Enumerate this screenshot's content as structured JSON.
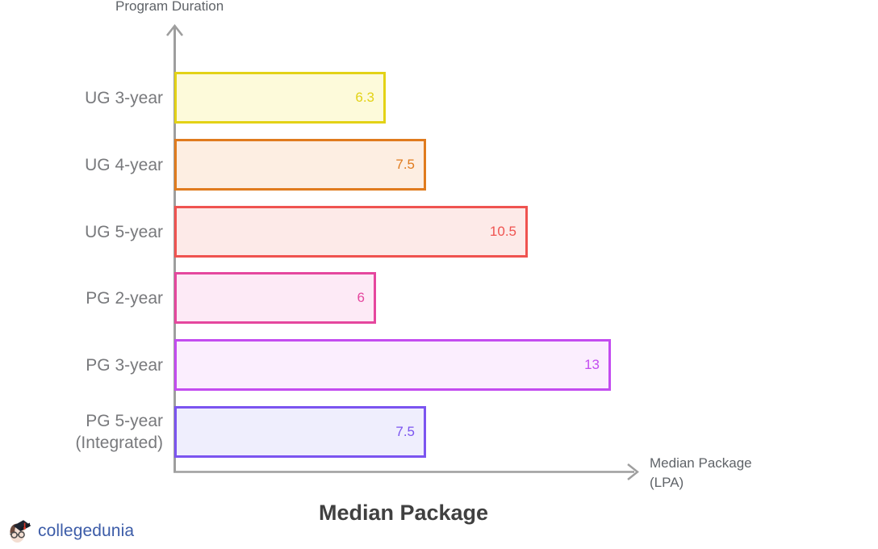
{
  "chart_data": {
    "type": "bar",
    "orientation": "horizontal",
    "title": "Median Package",
    "xlabel": "Median Package (LPA)",
    "xlabel_lines": [
      "Median Package",
      "(LPA)"
    ],
    "ylabel": "Program Duration",
    "grid": false,
    "legend": false,
    "xlim": [
      0,
      13.5
    ],
    "categories": [
      "UG 3-year",
      "UG 4-year",
      "UG 5-year",
      "PG 2-year",
      "PG 3-year",
      "PG 5-year (Integrated)"
    ],
    "values": [
      6.3,
      7.5,
      10.5,
      6,
      13,
      7.5
    ],
    "value_labels": [
      "6.3",
      "7.5",
      "10.5",
      "6",
      "13",
      "7.5"
    ],
    "bars": [
      {
        "category": "UG 3-year",
        "category_lines": [
          "UG 3-year"
        ],
        "value": 6.3,
        "label": "6.3",
        "border_color": "#e3d216",
        "fill_color": "#fdfada"
      },
      {
        "category": "UG 4-year",
        "category_lines": [
          "UG 4-year"
        ],
        "value": 7.5,
        "label": "7.5",
        "border_color": "#e07b1e",
        "fill_color": "#fdeee2"
      },
      {
        "category": "UG 5-year",
        "category_lines": [
          "UG 5-year"
        ],
        "value": 10.5,
        "label": "10.5",
        "border_color": "#ef5350",
        "fill_color": "#fdeae8"
      },
      {
        "category": "PG 2-year",
        "category_lines": [
          "PG 2-year"
        ],
        "value": 6,
        "label": "6",
        "border_color": "#e5479e",
        "fill_color": "#fdeaf6"
      },
      {
        "category": "PG 3-year",
        "category_lines": [
          "PG 3-year"
        ],
        "value": 13,
        "label": "13",
        "border_color": "#c34cf0",
        "fill_color": "#fbeefe"
      },
      {
        "category": "PG 5-year (Integrated)",
        "category_lines": [
          "PG 5-year",
          "(Integrated)"
        ],
        "value": 7.5,
        "label": "7.5",
        "border_color": "#7b54f0",
        "fill_color": "#efeefd"
      }
    ],
    "axis_color": "#9e9e9e"
  },
  "watermark": {
    "brand": "collegedunia",
    "brand_color": "#3c5ca8"
  }
}
